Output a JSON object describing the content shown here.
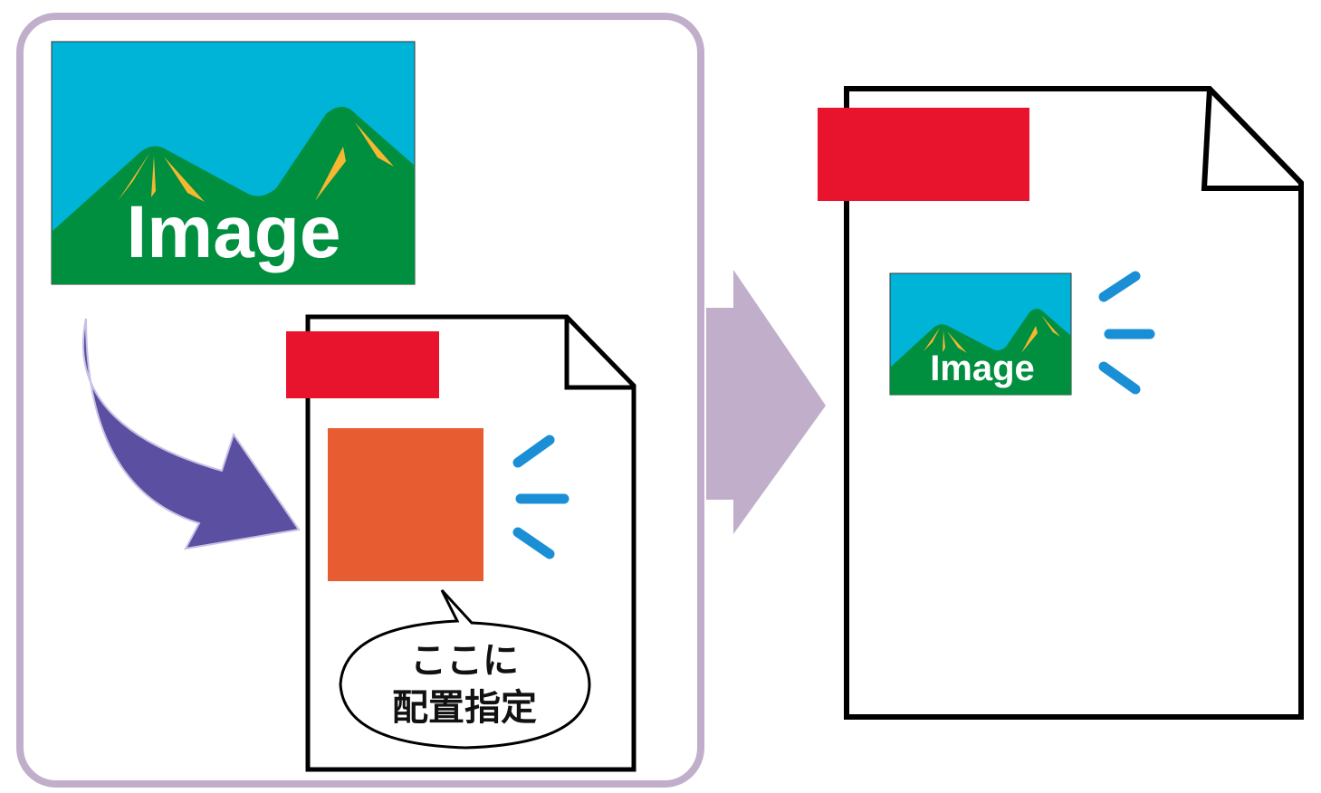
{
  "diagram": {
    "source_image": {
      "label": "Image"
    },
    "placed_image": {
      "label": "Image"
    },
    "callout": {
      "line1": "ここに",
      "line2": "配置指定"
    }
  },
  "colors": {
    "panel_border": "#c0aecb",
    "big_arrow": "#c0aecb",
    "curved_arrow": "#5a4fa0",
    "sky": "#00b4d8",
    "mountain": "#008f3f",
    "highlight": "#f7b731",
    "header_bar": "#e8142d",
    "placeholder": "#e85c32",
    "text_lines": "#1b8fd6"
  }
}
